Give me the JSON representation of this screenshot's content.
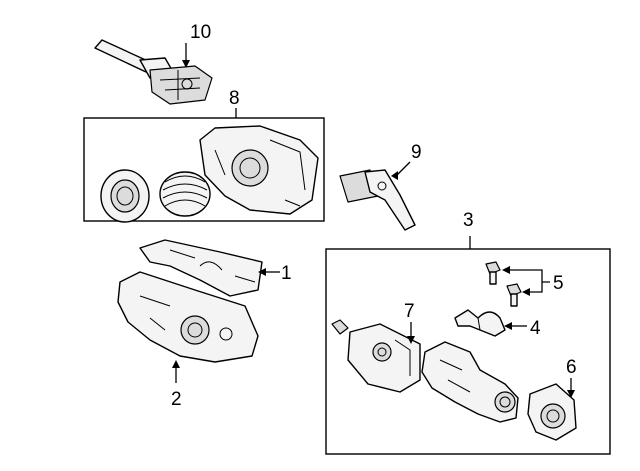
{
  "callouts": {
    "c1": "1",
    "c2": "2",
    "c3": "3",
    "c4": "4",
    "c5": "5",
    "c6": "6",
    "c7": "7",
    "c8": "8",
    "c9": "9",
    "c10": "10"
  },
  "colors": {
    "line": "#000000",
    "background": "#ffffff",
    "part_fill": "#f4f4f4"
  }
}
